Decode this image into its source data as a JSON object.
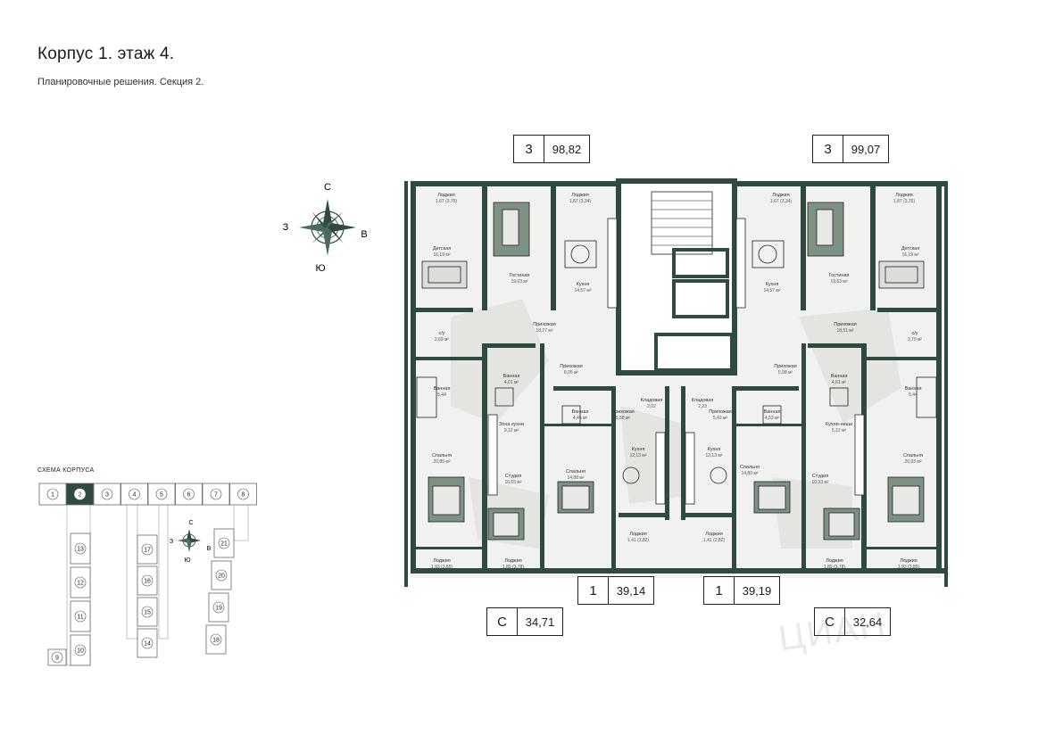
{
  "header": {
    "title": "Корпус 1. этаж 4.",
    "subtitle": "Планировочные решения. Секция 2."
  },
  "compass_main": {
    "n": "С",
    "s": "Ю",
    "w": "З",
    "e": "В"
  },
  "scheme": {
    "title": "СХЕМА КОРПУСА",
    "active_section": "2",
    "top_row": [
      "1",
      "2",
      "3",
      "4",
      "5",
      "6",
      "7",
      "8"
    ],
    "left_column": [
      "13",
      "12",
      "11",
      "10"
    ],
    "bottom_left": "9",
    "middle_column": [
      "17",
      "16",
      "15",
      "14"
    ],
    "right_column": [
      "21",
      "20",
      "19",
      "18"
    ],
    "compass": {
      "n": "С",
      "s": "Ю",
      "w": "З",
      "e": "В"
    }
  },
  "apartments": [
    {
      "type": "3",
      "area": "98,82"
    },
    {
      "type": "3",
      "area": "99,07"
    },
    {
      "type": "С",
      "area": "34,71"
    },
    {
      "type": "1",
      "area": "39,14"
    },
    {
      "type": "1",
      "area": "39,19"
    },
    {
      "type": "С",
      "area": "32,64"
    }
  ],
  "rooms": [
    {
      "id": "r1",
      "name": "Лоджия",
      "area": "1,67 (3,75)"
    },
    {
      "id": "r2",
      "name": "Лоджия",
      "area": "1,67 (3,34)"
    },
    {
      "id": "r3",
      "name": "Детская",
      "area": "16,19 м²"
    },
    {
      "id": "r4",
      "name": "Гостиная",
      "area": "19,63 м²"
    },
    {
      "id": "r5",
      "name": "Кухня",
      "area": "14,57 м²"
    },
    {
      "id": "r6",
      "name": "Прихожая",
      "area": "18,27 м²"
    },
    {
      "id": "r7",
      "name": "с/у",
      "area": "3,69 м²"
    },
    {
      "id": "r8",
      "name": "Ванная",
      "area": "5,44"
    },
    {
      "id": "r9",
      "name": "Спальня",
      "area": "20,85 м²"
    },
    {
      "id": "r10",
      "name": "Ванная",
      "area": "4,01 м²"
    },
    {
      "id": "r11",
      "name": "Прихожая",
      "area": "8,05 м²"
    },
    {
      "id": "r12",
      "name": "Зона кухни",
      "area": "9,12 м²"
    },
    {
      "id": "r13",
      "name": "Студия",
      "area": "16,65 м²"
    },
    {
      "id": "r14",
      "name": "Лоджия",
      "area": "1,93 (3,85)"
    },
    {
      "id": "r15",
      "name": "Лоджия",
      "area": "1,89 (3,78)"
    },
    {
      "id": "r16",
      "name": "Ванная",
      "area": "4,46 м²"
    },
    {
      "id": "r17",
      "name": "Прихожая",
      "area": "5,58 м²"
    },
    {
      "id": "r18",
      "name": "Кладовая",
      "area": "2,02"
    },
    {
      "id": "r19",
      "name": "Кухня",
      "area": "12,13 м²"
    },
    {
      "id": "r20",
      "name": "Спальня",
      "area": "14,88 м²"
    },
    {
      "id": "r21",
      "name": "Лоджия",
      "area": "1,41 (2,82)"
    },
    {
      "id": "r22",
      "name": "Кладовая",
      "area": "2,23"
    },
    {
      "id": "r23",
      "name": "Прихожая",
      "area": "5,42 м²"
    },
    {
      "id": "r24",
      "name": "Ванная",
      "area": "4,53 м²"
    },
    {
      "id": "r25",
      "name": "Кухня",
      "area": "12,13 м²"
    },
    {
      "id": "r26",
      "name": "Спальня",
      "area": "14,80 м²"
    },
    {
      "id": "r27",
      "name": "Лоджия",
      "area": "1,41 (2,82)"
    },
    {
      "id": "r28",
      "name": "Лоджия",
      "area": "1,67 (3,34)"
    },
    {
      "id": "r29",
      "name": "Лоджия",
      "area": "1,87 (3,75)"
    },
    {
      "id": "r30",
      "name": "Кухня",
      "area": "14,57 м²"
    },
    {
      "id": "r31",
      "name": "Гостиная",
      "area": "19,63 м²"
    },
    {
      "id": "r32",
      "name": "Детская",
      "area": "16,19 м²"
    },
    {
      "id": "r33",
      "name": "Прихожая",
      "area": "18,51 м²"
    },
    {
      "id": "r34",
      "name": "с/у",
      "area": "3,70 м²"
    },
    {
      "id": "r35",
      "name": "Прихожая",
      "area": "5,98 м²"
    },
    {
      "id": "r36",
      "name": "Ванная",
      "area": "4,61 м²"
    },
    {
      "id": "r37",
      "name": "Ванная",
      "area": "5,44"
    },
    {
      "id": "r38",
      "name": "Кухня-ниша",
      "area": "5,12 м²"
    },
    {
      "id": "r39",
      "name": "Спальня",
      "area": "20,83 м²"
    },
    {
      "id": "r40",
      "name": "Студия",
      "area": "10,93 м²"
    },
    {
      "id": "r41",
      "name": "Лоджия",
      "area": "1,89 (3,78)"
    },
    {
      "id": "r42",
      "name": "Лоджия",
      "area": "1,93 (3,85)"
    }
  ],
  "colors": {
    "wall": "#2f4a3e",
    "accent": "#4a6b5c",
    "floor": "#f1f1ef",
    "line": "#222222"
  },
  "watermark": "ЦИАН"
}
